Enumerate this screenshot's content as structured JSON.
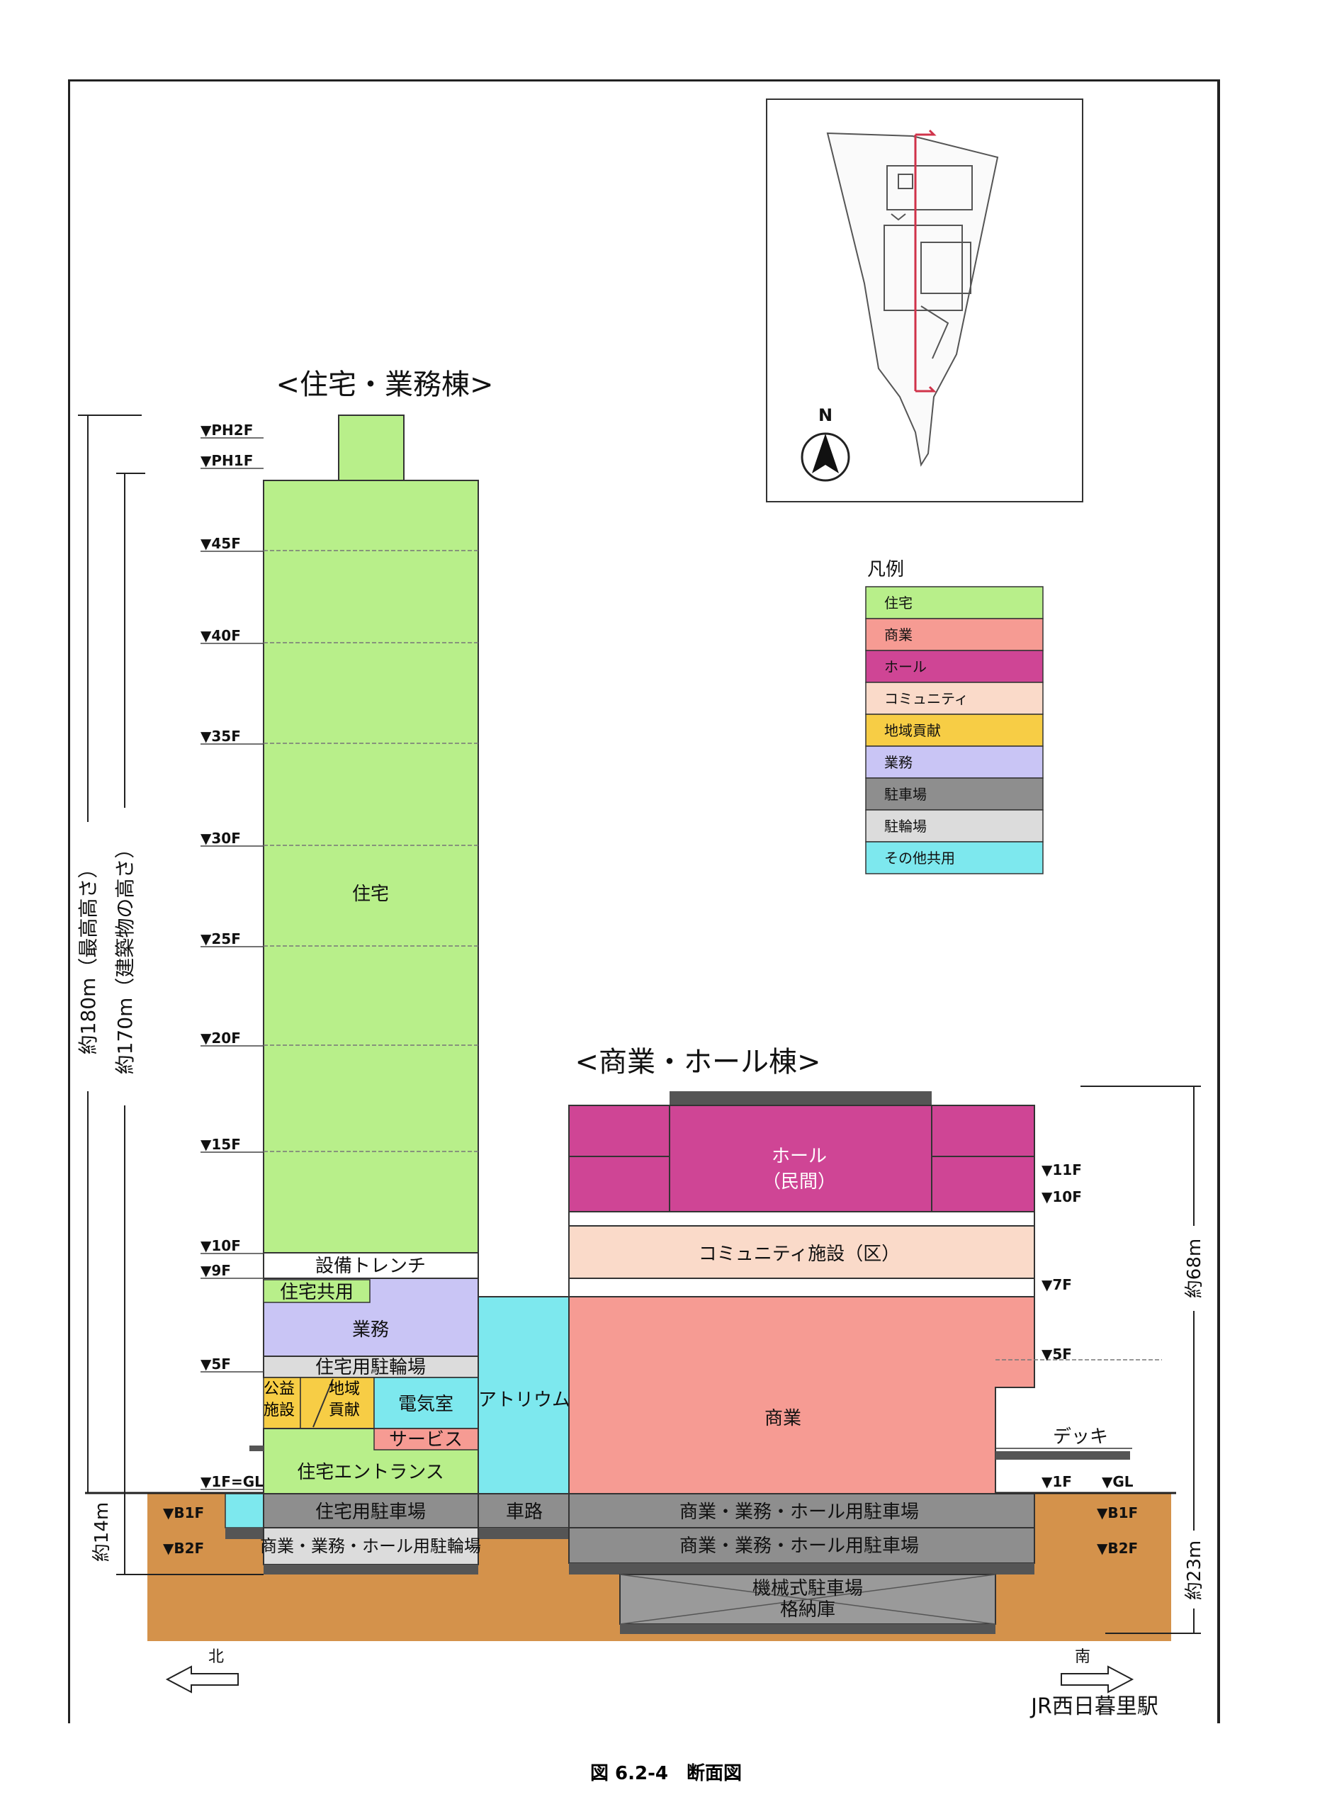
{
  "tower_title": "<住宅・業務棟>",
  "podium_title": "<商業・ホール棟>",
  "dims": {
    "total_height": "約180m（最高高さ）",
    "building_height": "約170m（建築物の高さ）",
    "podium_height": "約68m",
    "tower_basement": "約14m",
    "podium_basement": "約23m"
  },
  "tower_floors": [
    "▼PH2F",
    "▼PH1F",
    "▼45F",
    "▼40F",
    "▼35F",
    "▼30F",
    "▼25F",
    "▼20F",
    "▼15F",
    "▼10F",
    "▼9F",
    "▼5F",
    "▼1F=GL",
    "▼B1F",
    "▼B2F"
  ],
  "podium_floors": [
    "▼11F",
    "▼10F",
    "▼7F",
    "▼5F",
    "▼1F",
    "▼GL",
    "▼B1F",
    "▼B2F"
  ],
  "rooms": {
    "residence": "住宅",
    "equipment_trench": "設備トレンチ",
    "residence_common": "住宅共用",
    "business": "業務",
    "res_bicycle": "住宅用駐輪場",
    "public_facility": "公益施設",
    "local_contribution": "地域貢献",
    "electric_room": "電気室",
    "service": "サービス",
    "res_entrance": "住宅エントランス",
    "atrium": "アトリウム",
    "res_parking": "住宅用駐車場",
    "roadway": "車路",
    "bicycle_b2": "商業・業務・ホール用駐輪場",
    "hall": "ホール",
    "hall_private": "（民間）",
    "community": "コミュニティ施設（区）",
    "commerce": "商業",
    "deck": "デッキ",
    "parking_b1": "商業・業務・ホール用駐車場",
    "parking_b2": "商業・業務・ホール用駐車場",
    "mech_parking": "機械式駐車場",
    "storage": "格納庫"
  },
  "legend": {
    "title": "凡例",
    "items": [
      {
        "label": "住宅",
        "color": "#b8ef8a"
      },
      {
        "label": "商業",
        "color": "#f69b93"
      },
      {
        "label": "ホール",
        "color": "#cf4595"
      },
      {
        "label": "コミュニティ",
        "color": "#fadac9"
      },
      {
        "label": "地域貢献",
        "color": "#f7cd45"
      },
      {
        "label": "業務",
        "color": "#c9c5f5"
      },
      {
        "label": "駐車場",
        "color": "#8e8e8e"
      },
      {
        "label": "駐輪場",
        "color": "#dcdcdc"
      },
      {
        "label": "その他共用",
        "color": "#7de8ee"
      }
    ]
  },
  "directions": {
    "north": "北",
    "south": "南",
    "station": "JR西日暮里駅",
    "compass": "N"
  },
  "caption": "図 6.2-4　断面図"
}
